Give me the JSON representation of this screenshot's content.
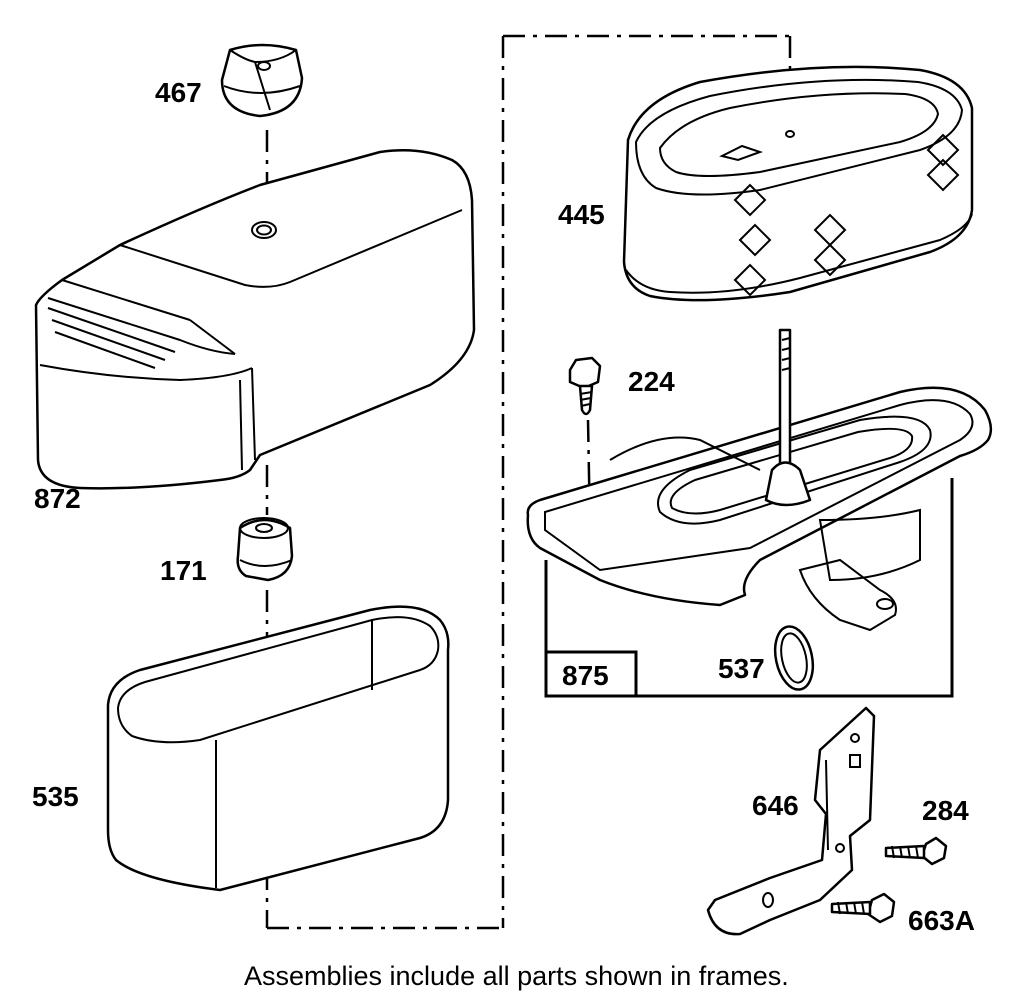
{
  "parts": {
    "p467": "467",
    "p872": "872",
    "p171": "171",
    "p535": "535",
    "p445": "445",
    "p224": "224",
    "p875": "875",
    "p537": "537",
    "p646": "646",
    "p284": "284",
    "p663a": "663A"
  },
  "caption": "Assemblies include all parts shown in frames."
}
